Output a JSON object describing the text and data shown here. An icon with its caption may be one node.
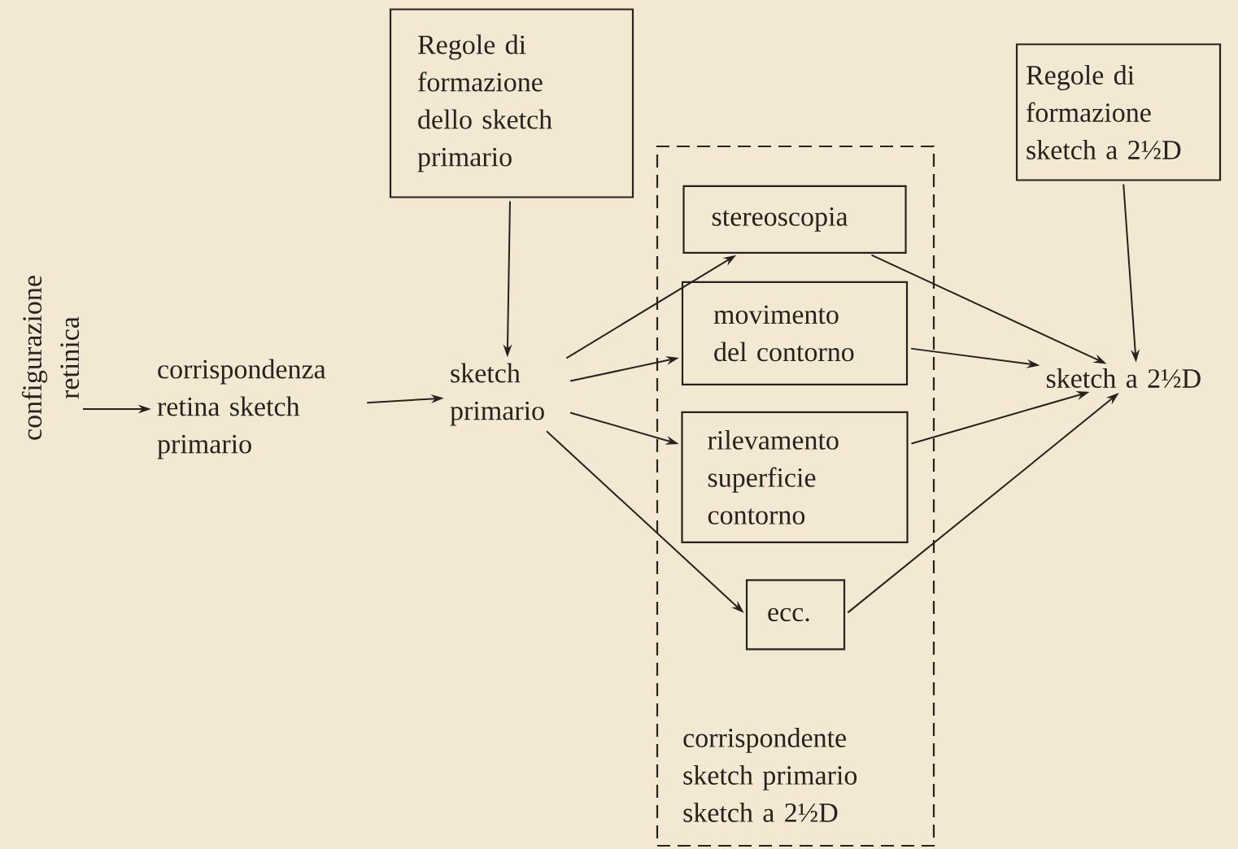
{
  "diagram": {
    "nodes": [
      {
        "text": [
          "configurazione retinica"
        ]
      },
      {
        "text": [
          "corrispondenza retina sketch primario"
        ]
      },
      {
        "text": [
          "Regole di formazione dello sketch primario"
        ]
      },
      {
        "text": [
          "sketch primario"
        ]
      },
      {
        "text": [
          "corrispondente sketch primario sketch a 2½D"
        ]
      },
      {
        "text": [
          "stereoscopia"
        ],
        "in": 4
      },
      {
        "text": [
          "movimento del contorno"
        ],
        "in": 4
      },
      {
        "text": [
          "rilevamento superficie contorno"
        ],
        "in": 4
      },
      {
        "text": [
          "ecc."
        ],
        "in": 4
      },
      {
        "text": [
          "Regole di formazione sketch a 2½D"
        ]
      },
      {
        "text": [
          "sketch a 2½D"
        ]
      }
    ],
    "edges": [
      {
        "from": 0,
        "to": 1,
        "arrow": "to"
      },
      {
        "from": 1,
        "to": 3,
        "arrow": "to"
      },
      {
        "from": 2,
        "to": 3,
        "arrow": "to"
      },
      {
        "from": 3,
        "to": 5,
        "arrow": "to"
      },
      {
        "from": 3,
        "to": 6,
        "arrow": "to"
      },
      {
        "from": 3,
        "to": 7,
        "arrow": "to"
      },
      {
        "from": 3,
        "to": 8,
        "arrow": "to"
      },
      {
        "from": 5,
        "to": 10,
        "arrow": "to"
      },
      {
        "from": 6,
        "to": 10,
        "arrow": "to"
      },
      {
        "from": 7,
        "to": 10,
        "arrow": "to"
      },
      {
        "from": 8,
        "to": 10,
        "arrow": "to"
      },
      {
        "from": 9,
        "to": 10,
        "arrow": "to"
      }
    ]
  }
}
